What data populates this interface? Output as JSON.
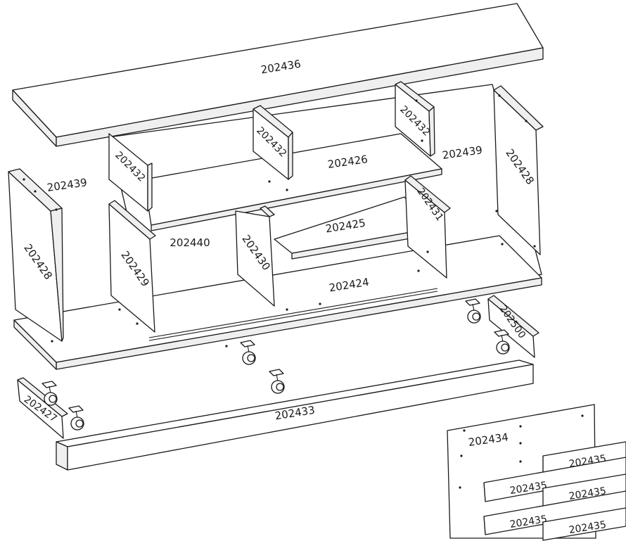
{
  "parts": {
    "top_panel": "202436",
    "side_panel_left": "202428",
    "side_panel_right": "202428",
    "door_left": "202439",
    "door_right": "202439",
    "divider_top_left": "202432",
    "divider_top_center": "202432",
    "divider_top_right": "202432",
    "middle_shelf": "202426",
    "small_shelf": "202425",
    "upright_left": "202429",
    "upright_center": "202430",
    "upright_right": "202431",
    "back_panel_left": "202440",
    "bottom_panel": "202424",
    "plinth_front": "202433",
    "plinth_side_left": "202427",
    "plinth_side_right": "202500",
    "back_board": "202434",
    "slat_1": "202435",
    "slat_2": "202435",
    "slat_3": "202435",
    "slat_4": "202435",
    "slat_5": "202435"
  },
  "icons": {
    "caster": "caster-wheel-icon",
    "hole": "dowel-hole-icon"
  },
  "colors": {
    "line": "#1a1a1a",
    "panel": "#ffffff",
    "shade": "#efefef"
  }
}
